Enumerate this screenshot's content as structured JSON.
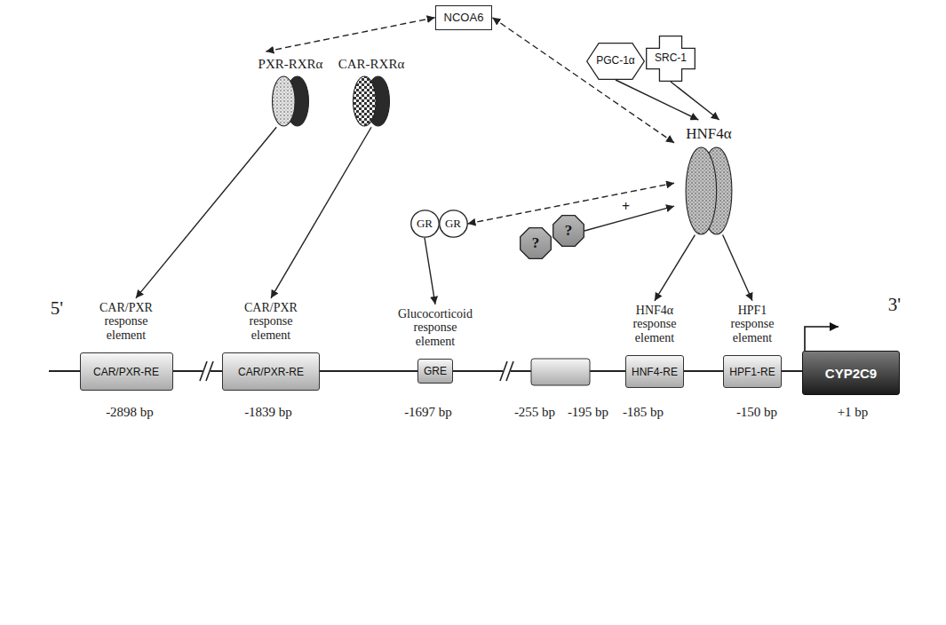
{
  "diagram": {
    "nodes": [
      {
        "text": [
          "NCOA6"
        ]
      },
      {
        "text": [
          "PGC-1α"
        ]
      },
      {
        "text": [
          "SRC-1"
        ]
      },
      {
        "text": [
          "PXR-RXRα"
        ]
      },
      {
        "text": [
          "CAR-RXRα"
        ]
      },
      {
        "text": [
          "HNF4α"
        ]
      },
      {
        "text": [
          "GR"
        ]
      },
      {
        "text": [
          "GR"
        ]
      },
      {
        "text": [
          "?"
        ]
      },
      {
        "text": [
          "?"
        ]
      },
      {
        "text": [
          "CAR/PXR response element",
          "CAR/PXR-RE"
        ]
      },
      {
        "text": [
          "CAR/PXR response element",
          "CAR/PXR-RE"
        ]
      },
      {
        "text": [
          "Glucocorticoid response element",
          "GRE"
        ]
      },
      {
        "text": [
          "HNF4α response element",
          "HNF4-RE"
        ]
      },
      {
        "text": [
          "HPF1 response element",
          "HPF1-RE"
        ]
      },
      {
        "text": [
          "CYP2C9"
        ]
      }
    ],
    "edges": [
      {
        "from": 0,
        "to": 3,
        "arrow": "both"
      },
      {
        "from": 0,
        "to": 5,
        "arrow": "both"
      },
      {
        "from": 1,
        "to": 5,
        "arrow": "to"
      },
      {
        "from": 2,
        "to": 5,
        "arrow": "to"
      },
      {
        "from": 7,
        "to": 5,
        "arrow": "both"
      },
      {
        "from": 3,
        "to": 10,
        "arrow": "to"
      },
      {
        "from": 4,
        "to": 11,
        "arrow": "to"
      },
      {
        "from": 6,
        "to": 12,
        "arrow": "to"
      },
      {
        "from": 9,
        "to": 5,
        "label": "+",
        "arrow": "to"
      },
      {
        "from": 5,
        "to": 13,
        "arrow": "to"
      },
      {
        "from": 5,
        "to": 14,
        "arrow": "to"
      }
    ],
    "labels": [
      "5'",
      "3'",
      "-2898 bp",
      "-1839 bp",
      "-1697 bp",
      "-255 bp",
      "-195 bp",
      "-185 bp",
      "-150 bp",
      "+1 bp"
    ]
  }
}
